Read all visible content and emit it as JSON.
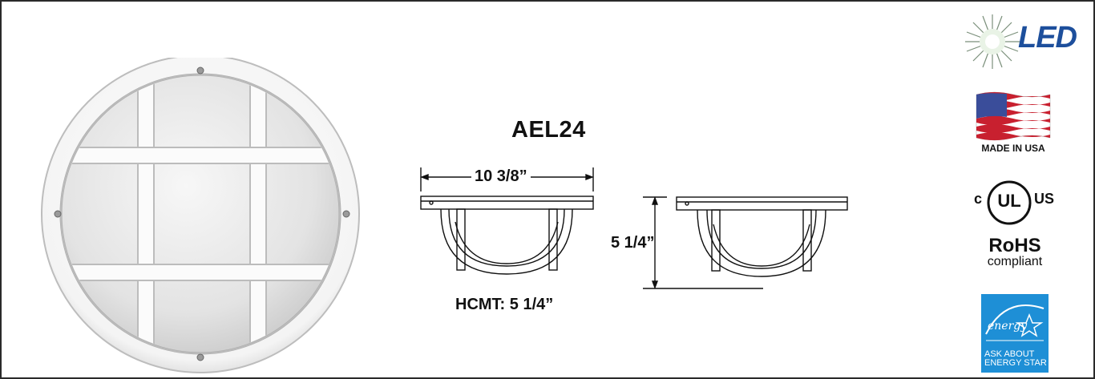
{
  "model": "AEL24",
  "drawing": {
    "width_label": "10 3/8”",
    "height_label": "5 1/4”",
    "hcmt_label": "HCMT: 5 1/4”"
  },
  "certifications": {
    "led_label": "LED",
    "made_in_usa": "MADE IN USA",
    "ul_c": "c",
    "ul_mark": "UL",
    "ul_us": "US",
    "rohs_title": "RoHS",
    "rohs_sub": "compliant",
    "energy_star_script": "energy",
    "energy_star_line1": "ASK ABOUT",
    "energy_star_line2": "ENERGY STAR"
  },
  "colors": {
    "led_blue": "#1d4f9c",
    "energy_blue": "#1e8fd6",
    "flag_red": "#c8202f",
    "flag_blue": "#3a4d9a"
  }
}
